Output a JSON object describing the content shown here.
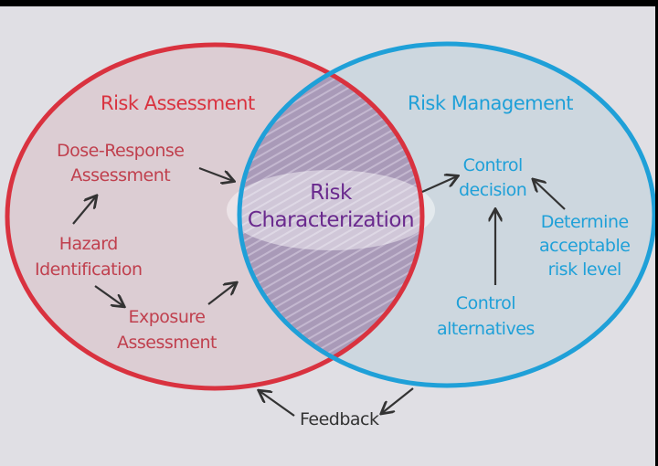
{
  "risk_assessment": {
    "title": "Risk Assessment",
    "dose_response": [
      "Dose-Response",
      "Assessment"
    ],
    "hazard": [
      "Hazard",
      "Identification"
    ],
    "exposure": [
      "Exposure",
      "Assessment"
    ]
  },
  "risk_management": {
    "title": "Risk Management",
    "control_decision": [
      "Control",
      "decision"
    ],
    "determine": [
      "Determine",
      "acceptable",
      "risk level"
    ],
    "control_alternatives": [
      "Control",
      "alternatives"
    ]
  },
  "overlap": [
    "Risk",
    "Characterization"
  ],
  "feedback": "Feedback",
  "colors": {
    "red": "#d9323f",
    "blue": "#1fa0d8",
    "purple": "#6a2a8e",
    "arrow": "#333333"
  }
}
